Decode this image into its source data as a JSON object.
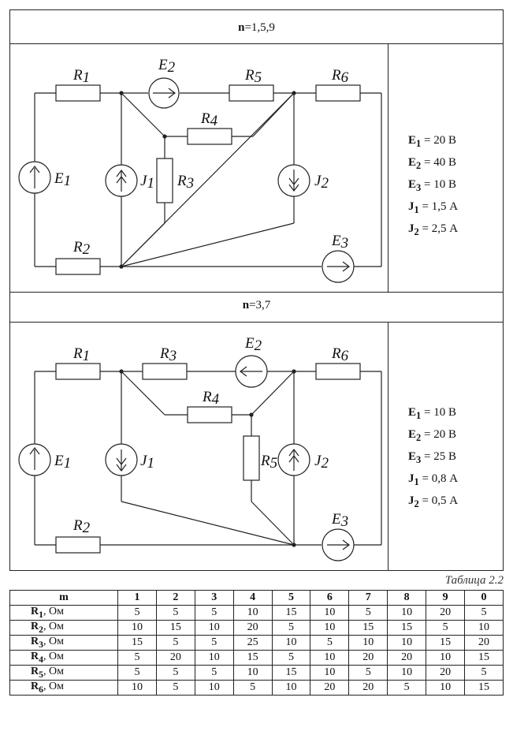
{
  "section1": {
    "header": "n=1,5,9",
    "params": [
      {
        "sym": "E",
        "sub": "1",
        "rest": " = 20 В"
      },
      {
        "sym": "E",
        "sub": "2",
        "rest": " = 40 В"
      },
      {
        "sym": "E",
        "sub": "3",
        "rest": " = 10 В"
      },
      {
        "sym": "J",
        "sub": "1",
        "rest": " = 1,5 А"
      },
      {
        "sym": "J",
        "sub": "2",
        "rest": " = 2,5 А"
      }
    ]
  },
  "section2": {
    "header": "n=3,7",
    "params": [
      {
        "sym": "E",
        "sub": "1",
        "rest": " = 10 В"
      },
      {
        "sym": "E",
        "sub": "2",
        "rest": " = 20 В"
      },
      {
        "sym": "E",
        "sub": "3",
        "rest": " = 25 В"
      },
      {
        "sym": "J",
        "sub": "1",
        "rest": " = 0,8 А"
      },
      {
        "sym": "J",
        "sub": "2",
        "rest": " = 0,5 А"
      }
    ]
  },
  "labels": {
    "R": "R",
    "E": "E",
    "J": "J",
    "s1": "1",
    "s2": "2",
    "s3": "3",
    "s4": "4",
    "s5": "5",
    "s6": "6"
  },
  "table": {
    "caption": "Таблица 2.2",
    "head": "m",
    "columns": [
      "1",
      "2",
      "3",
      "4",
      "5",
      "6",
      "7",
      "8",
      "9",
      "0"
    ],
    "rows": [
      {
        "sym": "R",
        "sub": "1",
        "unit": ", Ом",
        "values": [
          "5",
          "5",
          "5",
          "10",
          "15",
          "10",
          "5",
          "10",
          "20",
          "5"
        ]
      },
      {
        "sym": "R",
        "sub": "2",
        "unit": ", Ом",
        "values": [
          "10",
          "15",
          "10",
          "20",
          "5",
          "10",
          "15",
          "15",
          "5",
          "10"
        ]
      },
      {
        "sym": "R",
        "sub": "3",
        "unit": ", Ом",
        "values": [
          "15",
          "5",
          "5",
          "25",
          "10",
          "5",
          "10",
          "10",
          "15",
          "20"
        ]
      },
      {
        "sym": "R",
        "sub": "4",
        "unit": ", Ом",
        "values": [
          "5",
          "20",
          "10",
          "15",
          "5",
          "10",
          "20",
          "20",
          "10",
          "15"
        ]
      },
      {
        "sym": "R",
        "sub": "5",
        "unit": ", Ом",
        "values": [
          "5",
          "5",
          "5",
          "10",
          "15",
          "10",
          "5",
          "10",
          "20",
          "5"
        ]
      },
      {
        "sym": "R",
        "sub": "6",
        "unit": ", Ом",
        "values": [
          "10",
          "5",
          "10",
          "5",
          "10",
          "20",
          "20",
          "5",
          "10",
          "15"
        ]
      }
    ]
  }
}
